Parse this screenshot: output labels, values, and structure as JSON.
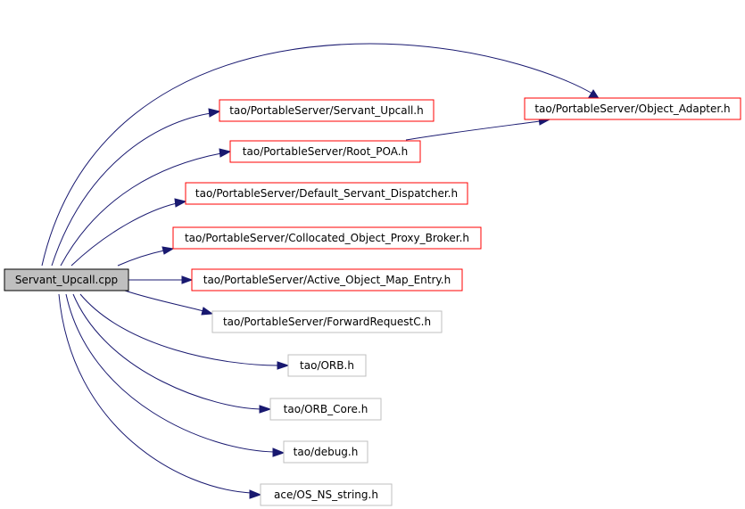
{
  "root": {
    "label": "Servant_Upcall.cpp",
    "fill": "#bfbfbf",
    "border": "#000000"
  },
  "nodes": [
    {
      "id": "n1",
      "label": "tao/PortableServer/Servant_Upcall.h",
      "border": "#ff0000"
    },
    {
      "id": "n2",
      "label": "tao/PortableServer/Root_POA.h",
      "border": "#ff0000"
    },
    {
      "id": "n3",
      "label": "tao/PortableServer/Default_Servant_Dispatcher.h",
      "border": "#ff0000"
    },
    {
      "id": "n4",
      "label": "tao/PortableServer/Collocated_Object_Proxy_Broker.h",
      "border": "#ff0000"
    },
    {
      "id": "n5",
      "label": "tao/PortableServer/Active_Object_Map_Entry.h",
      "border": "#ff0000"
    },
    {
      "id": "n6",
      "label": "tao/PortableServer/ForwardRequestC.h",
      "border": "#bfbfbf"
    },
    {
      "id": "n7",
      "label": "tao/ORB.h",
      "border": "#bfbfbf"
    },
    {
      "id": "n8",
      "label": "tao/ORB_Core.h",
      "border": "#bfbfbf"
    },
    {
      "id": "n9",
      "label": "tao/debug.h",
      "border": "#bfbfbf"
    },
    {
      "id": "n10",
      "label": "ace/OS_NS_string.h",
      "border": "#bfbfbf"
    },
    {
      "id": "n11",
      "label": "tao/PortableServer/Object_Adapter.h",
      "border": "#ff0000"
    }
  ],
  "edges": [
    {
      "from": "root",
      "to": "n11"
    },
    {
      "from": "root",
      "to": "n1"
    },
    {
      "from": "root",
      "to": "n2"
    },
    {
      "from": "root",
      "to": "n3"
    },
    {
      "from": "root",
      "to": "n4"
    },
    {
      "from": "root",
      "to": "n5"
    },
    {
      "from": "root",
      "to": "n6"
    },
    {
      "from": "root",
      "to": "n7"
    },
    {
      "from": "root",
      "to": "n8"
    },
    {
      "from": "root",
      "to": "n9"
    },
    {
      "from": "root",
      "to": "n10"
    },
    {
      "from": "n2",
      "to": "n11"
    }
  ],
  "colors": {
    "edge": "#191970",
    "background": "#ffffff"
  }
}
